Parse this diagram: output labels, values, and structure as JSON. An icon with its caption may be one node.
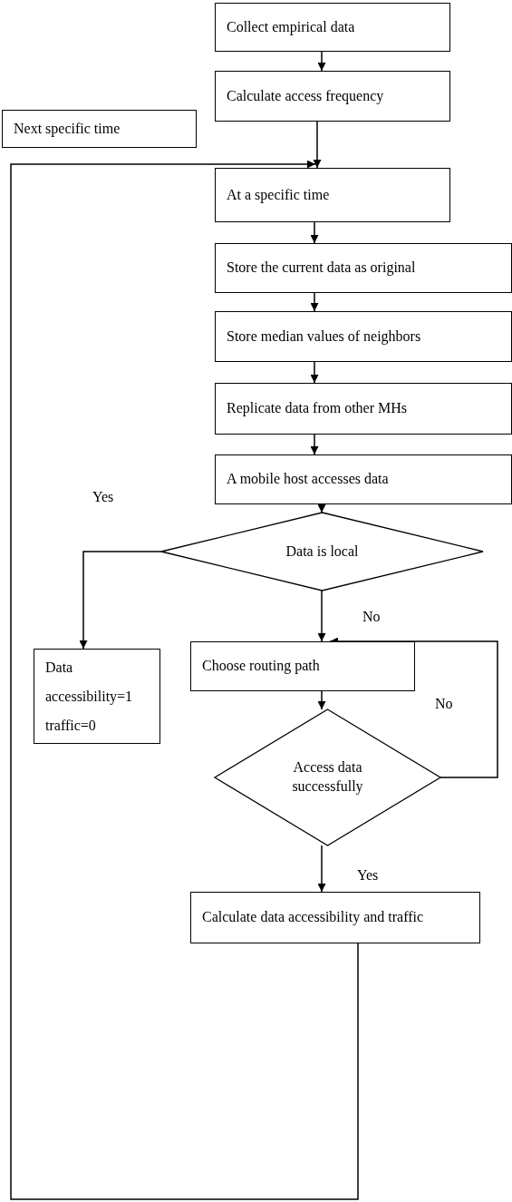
{
  "diagram": {
    "nodes": [
      {
        "text": [
          "Collect empirical data"
        ]
      },
      {
        "text": [
          "Calculate access frequency"
        ]
      },
      {
        "text": [
          "Next specific time"
        ]
      },
      {
        "text": [
          "At a specific time"
        ]
      },
      {
        "text": [
          "Store the current data as original"
        ]
      },
      {
        "text": [
          "Store median values of neighbors"
        ]
      },
      {
        "text": [
          "Replicate data from other MHs"
        ]
      },
      {
        "text": [
          "A mobile host accesses data"
        ]
      },
      {
        "text": [
          "Data is local"
        ]
      },
      {
        "text": [
          "Data accessibility=1 traffic=0"
        ]
      },
      {
        "text": [
          "Choose routing path"
        ]
      },
      {
        "text": [
          "Access data successfully"
        ]
      },
      {
        "text": [
          "Calculate data accessibility and traffic"
        ]
      }
    ],
    "edges": [
      {
        "from": 0,
        "to": 1,
        "arrow": "to"
      },
      {
        "from": 1,
        "to": 3,
        "arrow": "to"
      },
      {
        "from": 3,
        "to": 4,
        "arrow": "to"
      },
      {
        "from": 4,
        "to": 5,
        "arrow": "to"
      },
      {
        "from": 5,
        "to": 6,
        "arrow": "to"
      },
      {
        "from": 6,
        "to": 7,
        "arrow": "to"
      },
      {
        "from": 7,
        "to": 8,
        "arrow": "to"
      },
      {
        "from": 8,
        "to": 9,
        "arrow": "to",
        "label": "Yes"
      },
      {
        "from": 8,
        "to": 10,
        "arrow": "to",
        "label": "No"
      },
      {
        "from": 10,
        "to": 11,
        "arrow": "to"
      },
      {
        "from": 11,
        "to": 10,
        "arrow": "to",
        "label": "No"
      },
      {
        "from": 11,
        "to": 12,
        "arrow": "to",
        "label": "Yes"
      },
      {
        "from": 12,
        "to": 3,
        "arrow": "to"
      }
    ]
  }
}
